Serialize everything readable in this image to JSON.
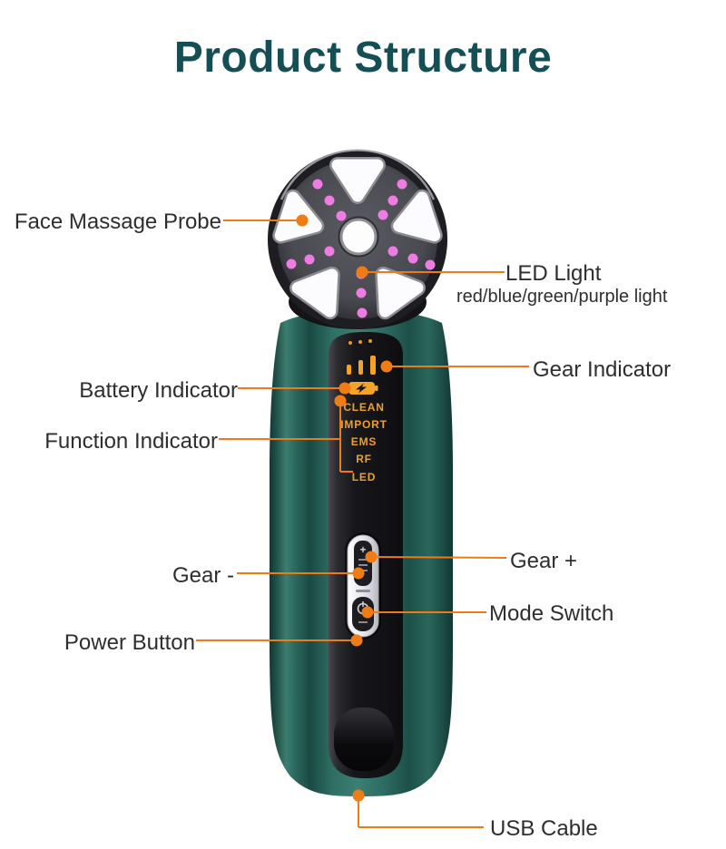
{
  "title": "Product Structure",
  "colors": {
    "title_teal": "#134f55",
    "accent_orange": "#ed7b17",
    "body_green": "#2b6a61",
    "panel_black": "#141417",
    "led_pink": "#ee7ce2",
    "indicator_orange": "#f2a328",
    "label_gray": "#2e2e2e"
  },
  "callouts": {
    "face_massage_probe": {
      "label": "Face Massage Probe"
    },
    "led_light": {
      "label": "LED Light",
      "sublabel": "red/blue/green/purple light"
    },
    "gear_indicator": {
      "label": "Gear Indicator"
    },
    "battery_indicator": {
      "label": "Battery Indicator"
    },
    "function_indicator": {
      "label": "Function Indicator"
    },
    "gear_minus": {
      "label": "Gear -"
    },
    "gear_plus": {
      "label": "Gear +"
    },
    "mode_switch": {
      "label": "Mode Switch"
    },
    "power_button": {
      "label": "Power Button"
    },
    "usb_cable": {
      "label": "USB Cable"
    }
  },
  "device": {
    "gear_bars": 3,
    "gear_plus_glyph": "+",
    "function_labels": [
      "CLEAN",
      "IMPORT",
      "EMS",
      "RF",
      "LED"
    ]
  }
}
